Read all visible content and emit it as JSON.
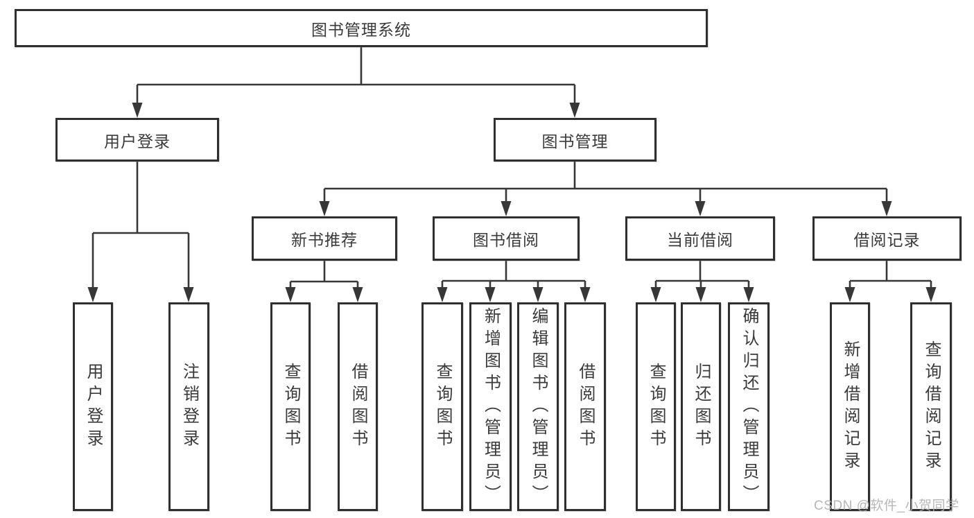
{
  "tree": {
    "label": "图书管理系统",
    "children": [
      {
        "label": "用户登录",
        "children": [
          {
            "label": "用户登录"
          },
          {
            "label": "注销登录"
          }
        ]
      },
      {
        "label": "图书管理",
        "children": [
          {
            "label": "新书推荐",
            "children": [
              {
                "label": "查询图书"
              },
              {
                "label": "借阅图书"
              }
            ]
          },
          {
            "label": "图书借阅",
            "children": [
              {
                "label": "查询图书"
              },
              {
                "label": "新增图书（管理员）"
              },
              {
                "label": "编辑图书（管理员）"
              },
              {
                "label": "借阅图书"
              }
            ]
          },
          {
            "label": "当前借阅",
            "children": [
              {
                "label": "查询图书"
              },
              {
                "label": "归还图书"
              },
              {
                "label": "确认归还（管理员）"
              }
            ]
          },
          {
            "label": "借阅记录",
            "children": [
              {
                "label": "新增借阅记录"
              },
              {
                "label": "查询借阅记录"
              }
            ]
          }
        ]
      }
    ]
  },
  "watermark": "CSDN @软件_小贺同学",
  "colors": {
    "line": "#373737",
    "box_border": "#2f2f2f",
    "text": "#3a3a3a",
    "watermark": "#afafaf",
    "background": "#ffffff"
  }
}
